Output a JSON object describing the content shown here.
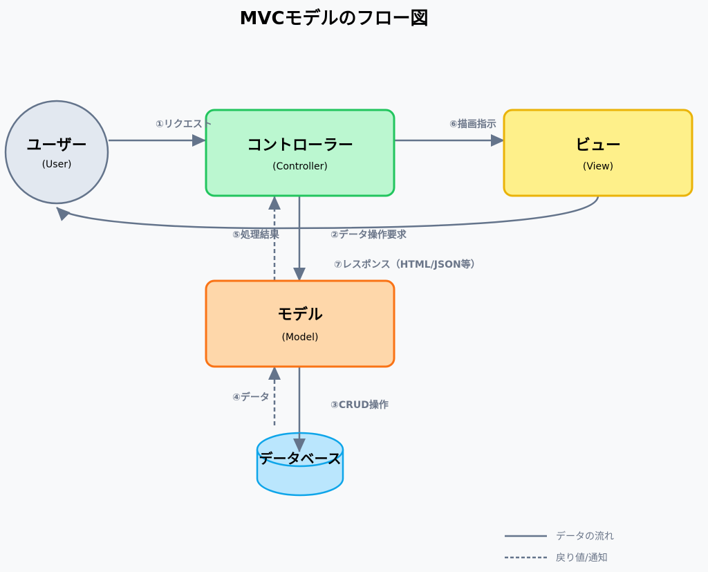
{
  "title": "MVCモデルのフロー図",
  "colors": {
    "background": "#f8f9fa",
    "edge": "#64748b",
    "edge_label": "#6b7689",
    "user_fill": "#e2e8f0",
    "user_stroke": "#64748b",
    "controller_fill": "#bbf7d0",
    "controller_stroke": "#22c55e",
    "view_fill": "#fef08a",
    "view_stroke": "#eab308",
    "model_fill": "#fed7aa",
    "model_stroke": "#f97316",
    "db_fill": "#bae6fd",
    "db_stroke": "#0ea5e9"
  },
  "nodes": {
    "user": {
      "label": "ユーザー",
      "sublabel": "(User)"
    },
    "controller": {
      "label": "コントローラー",
      "sublabel": "(Controller)"
    },
    "view": {
      "label": "ビュー",
      "sublabel": "(View)"
    },
    "model": {
      "label": "モデル",
      "sublabel": "(Model)"
    },
    "database": {
      "label": "データベース"
    }
  },
  "edges": [
    {
      "id": "e1",
      "from": "user",
      "to": "controller",
      "label": "①リクエスト",
      "style": "solid"
    },
    {
      "id": "e2",
      "from": "controller",
      "to": "model",
      "label": "②データ操作要求",
      "style": "solid"
    },
    {
      "id": "e3",
      "from": "model",
      "to": "database",
      "label": "③CRUD操作",
      "style": "solid"
    },
    {
      "id": "e4",
      "from": "database",
      "to": "model",
      "label": "④データ",
      "style": "dashed"
    },
    {
      "id": "e5",
      "from": "model",
      "to": "controller",
      "label": "⑤処理結果",
      "style": "dashed"
    },
    {
      "id": "e6",
      "from": "controller",
      "to": "view",
      "label": "⑥描画指示",
      "style": "solid"
    },
    {
      "id": "e7",
      "from": "view",
      "to": "user",
      "label": "⑦レスポンス（HTML/JSON等）",
      "style": "solid"
    }
  ],
  "legend": [
    {
      "label": "データの流れ",
      "style": "solid"
    },
    {
      "label": "戻り値/通知",
      "style": "dashed"
    }
  ]
}
